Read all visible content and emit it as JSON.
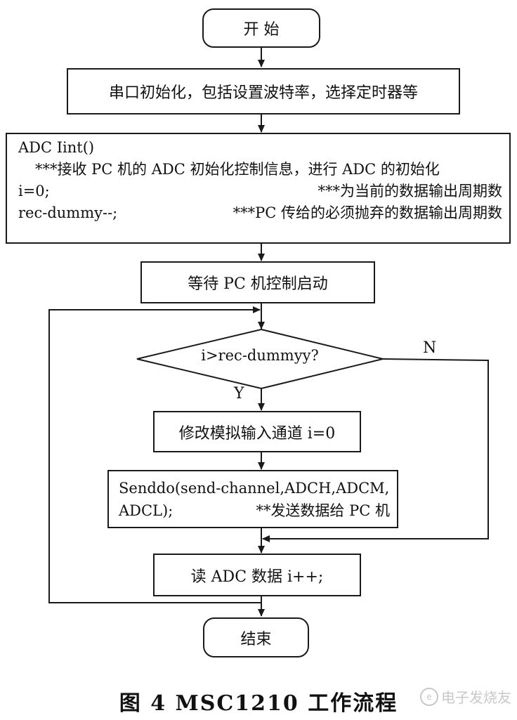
{
  "nodes": {
    "start": "开 始",
    "init_serial": "串口初始化，包括设置波特率，选择定时器等",
    "adc_init": {
      "line1": "ADC Iint()",
      "line2": "***接收 PC 机的 ADC 初始化控制信息，进行 ADC 的初始化",
      "line3_code": "i=0;",
      "line3_comment": "***为当前的数据输出周期数",
      "line4_code": "rec-dummy--;",
      "line4_comment": "***PC 传给的必须抛弃的数据输出周期数"
    },
    "wait_pc": "等待 PC 机控制启动",
    "decision": "i>rec-dummyy?",
    "modify_channel": "修改模拟输入通道 i=0",
    "send_data": {
      "line1": "Senddo(send-channel,ADCH,ADCM,",
      "line2_code": "ADCL);",
      "line2_comment": "**发送数据给 PC 机"
    },
    "read_adc": "读 ADC 数据  i++;",
    "end": "结束"
  },
  "labels": {
    "yes": "Y",
    "no": "N"
  },
  "caption": "图 4   MSC1210 工作流程",
  "watermark": "电子发烧友",
  "watermark_logo": "e",
  "colors": {
    "line": "#1a1a1a",
    "background": "#ffffff",
    "watermark": "#c8c8c8"
  }
}
